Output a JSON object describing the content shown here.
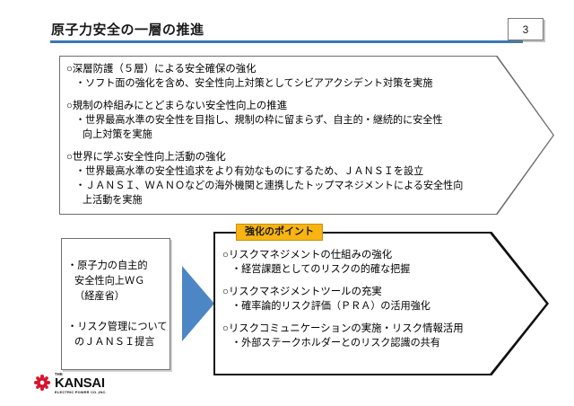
{
  "header": {
    "title": "原子力安全の一層の推進",
    "page_number": "3",
    "rule_color": "#3a78b5"
  },
  "top_box": {
    "groups": [
      {
        "heading": "○深層防護（５層）による安全確保の強化",
        "bullets": [
          "・ソフト面の強化を含め、安全性向上対策としてシビアアクシデント対策を実施"
        ],
        "continuations": []
      },
      {
        "heading": "○規制の枠組みにとどまらない安全性向上の推進",
        "bullets": [
          "・世界最高水準の安全性を目指し、規制の枠に留まらず、自主的・継続的に安全性"
        ],
        "continuations": [
          "向上対策を実施"
        ]
      },
      {
        "heading": "○世界に学ぶ安全性向上活動の強化",
        "bullets": [
          "・世界最高水準の安全性追求をより有効なものにするため、ＪＡＮＳＩを設立",
          "・ＪＡＮＳＩ、ＷＡＮＯなどの海外機関と連携したトップマネジメントによる安全性向"
        ],
        "continuations": [
          "上活動を実施"
        ]
      }
    ]
  },
  "left_box": {
    "items": [
      {
        "line1": "・原子力の自主的",
        "line2": "安全性向上ＷＧ",
        "line3": "（経産省）"
      },
      {
        "line1": "・リスク管理について",
        "line2": "のＪＡＮＳＩ提言",
        "line3": ""
      }
    ]
  },
  "point_label": {
    "text": "強化のポイント",
    "background_color": "#f7b413"
  },
  "arrow": {
    "color": "#4d86c4",
    "direction": "right"
  },
  "right_box": {
    "groups": [
      {
        "heading": "○リスクマネジメントの仕組みの強化",
        "bullet": "・経営課題としてのリスクの的確な把握"
      },
      {
        "heading": "○リスクマネジメントツールの充実",
        "bullet": "・確率論的リスク評価（ＰＲＡ）の活用強化"
      },
      {
        "heading": "○リスクコミュニケーションの実施・リスク情報活用",
        "bullet": "・外部ステークホルダーとのリスク認識の共有"
      }
    ]
  },
  "logo": {
    "the": "THE",
    "name": "KANSAI",
    "subtitle": "ELECTRIC POWER CO.,INC.",
    "mark_color": "#d7132b"
  }
}
